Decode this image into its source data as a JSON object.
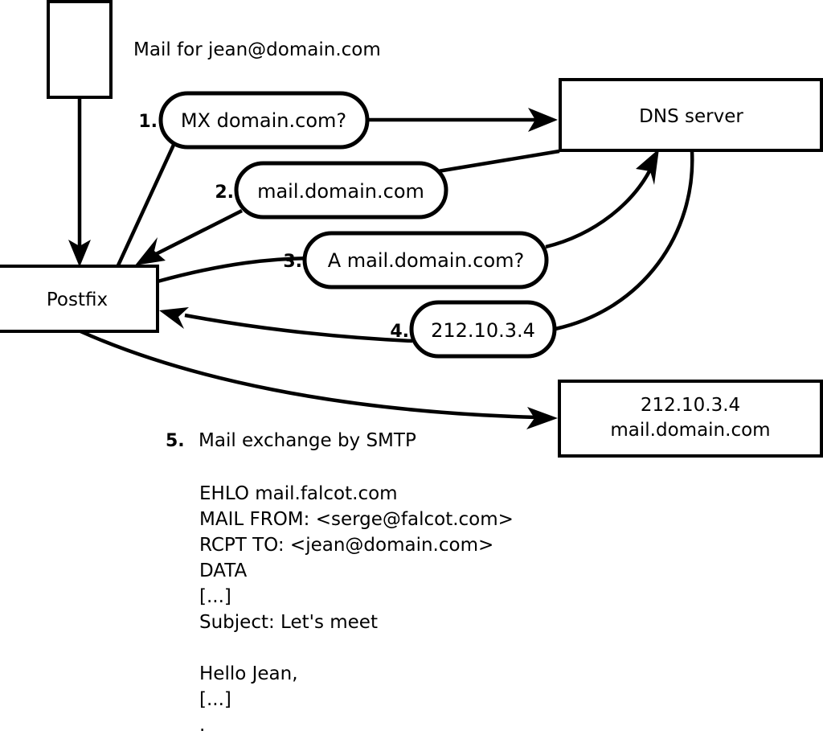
{
  "diagram": {
    "title_text": "Mail for jean@domain.com",
    "nodes": {
      "sender": {
        "label": ""
      },
      "postfix": {
        "label": "Postfix"
      },
      "dns": {
        "label": "DNS server"
      },
      "target_line1": {
        "label": "212.10.3.4"
      },
      "target_line2": {
        "label": "mail.domain.com"
      }
    },
    "steps": [
      {
        "number": "1.",
        "message": "MX domain.com?"
      },
      {
        "number": "2.",
        "message": "mail.domain.com"
      },
      {
        "number": "3.",
        "message": "A mail.domain.com?"
      },
      {
        "number": "4.",
        "message": "212.10.3.4"
      }
    ],
    "step5": {
      "number": "5.",
      "label": "Mail exchange by SMTP"
    },
    "smtp_transcript": [
      "EHLO mail.falcot.com",
      "MAIL FROM: <serge@falcot.com>",
      "RCPT TO: <jean@domain.com>",
      "DATA",
      "[...]",
      "Subject: Let's meet",
      "",
      "Hello Jean,",
      "[...]",
      "."
    ],
    "colors": {
      "stroke": "#000000",
      "fill": "#ffffff"
    }
  }
}
